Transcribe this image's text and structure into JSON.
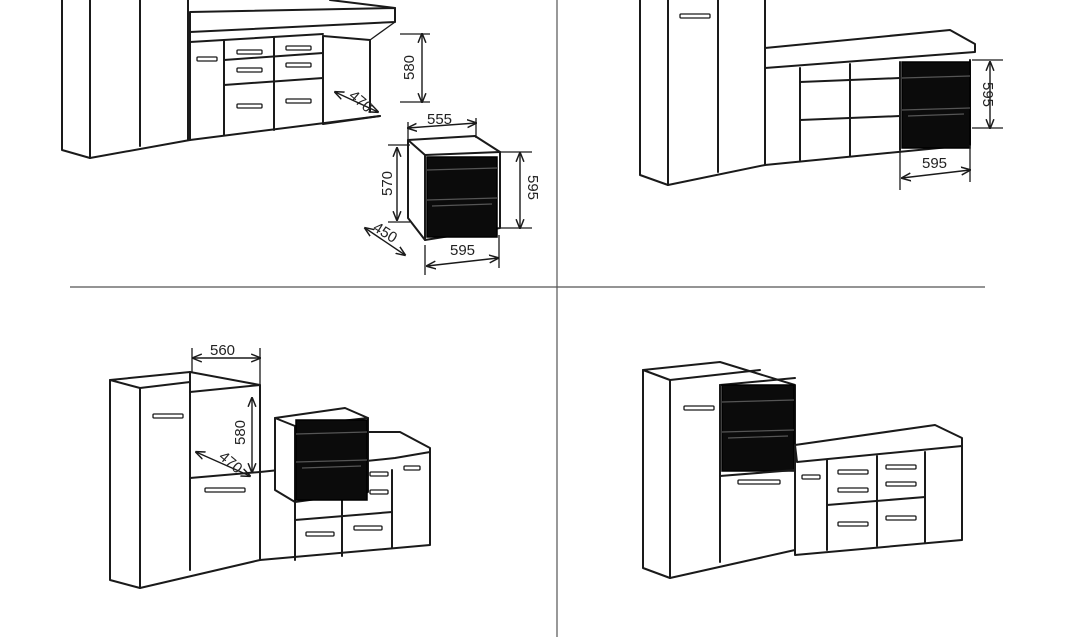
{
  "panels": [
    {
      "id": "top-left",
      "dimensions": {
        "niche_height": "580",
        "niche_depth": "470",
        "box_width": "555",
        "box_height": "570",
        "box_depth": "450",
        "oven_height": "595",
        "oven_width": "595"
      }
    },
    {
      "id": "top-right",
      "dimensions": {
        "oven_height": "595",
        "oven_width": "595"
      }
    },
    {
      "id": "bottom-left",
      "dimensions": {
        "niche_width": "560",
        "niche_height": "580",
        "niche_depth": "470"
      }
    },
    {
      "id": "bottom-right",
      "dimensions": {}
    }
  ],
  "colors": {
    "line": "#1a1a1a",
    "appliance": "#0b0b0b",
    "divider": "#555555"
  }
}
